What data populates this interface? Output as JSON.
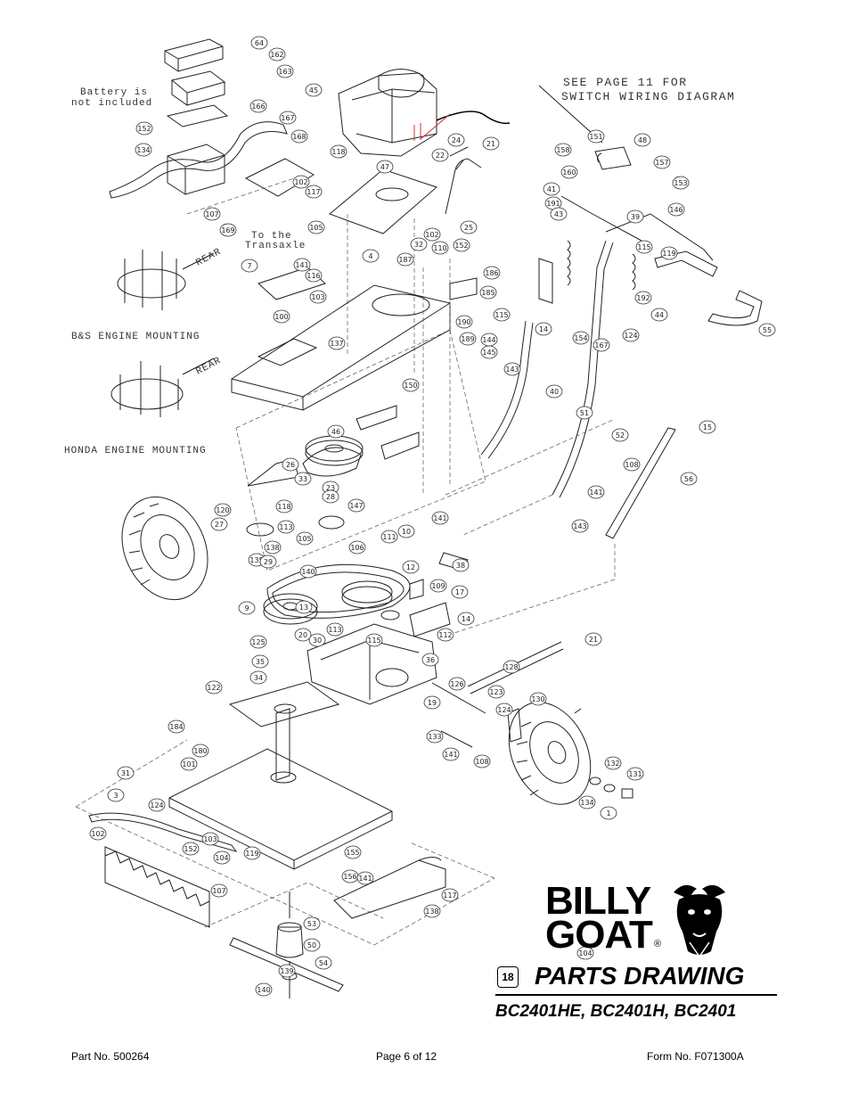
{
  "notes": {
    "battery": [
      "Battery is",
      "not included"
    ],
    "see_page": [
      "SEE PAGE 11 FOR",
      "SWITCH WIRING DIAGRAM"
    ],
    "transaxle": [
      "To the",
      "Transaxle"
    ],
    "bs_mount": "B&S ENGINE MOUNTING",
    "honda_mount": "HONDA ENGINE MOUNTING",
    "rear": "REAR"
  },
  "callouts": [
    "64",
    "162",
    "163",
    "166",
    "167",
    "168",
    "152",
    "134",
    "107",
    "169",
    "118",
    "102",
    "117",
    "45",
    "21",
    "24",
    "22",
    "47",
    "158",
    "151",
    "48",
    "157",
    "160",
    "153",
    "41",
    "191",
    "43",
    "39",
    "146",
    "115",
    "119",
    "192",
    "44",
    "55",
    "25",
    "110",
    "152",
    "102",
    "32",
    "186",
    "185",
    "187",
    "4",
    "190",
    "189",
    "105",
    "116",
    "7",
    "141",
    "103",
    "100",
    "137",
    "115",
    "144",
    "145",
    "14",
    "154",
    "167",
    "124",
    "40",
    "51",
    "143",
    "52",
    "15",
    "56",
    "108",
    "141",
    "143",
    "150",
    "26",
    "46",
    "23",
    "33",
    "28",
    "147",
    "118",
    "120",
    "27",
    "113",
    "105",
    "106",
    "138",
    "135",
    "140",
    "29",
    "111",
    "10",
    "12",
    "141",
    "38",
    "9",
    "13",
    "109",
    "17",
    "14",
    "113",
    "115",
    "112",
    "36",
    "125",
    "20",
    "30",
    "35",
    "34",
    "122",
    "126",
    "21",
    "128",
    "123",
    "124",
    "19",
    "133",
    "141",
    "108",
    "104",
    "130",
    "132",
    "131",
    "134",
    "1",
    "184",
    "180",
    "101",
    "31",
    "3",
    "102",
    "124",
    "152",
    "103",
    "104",
    "119",
    "107",
    "155",
    "156",
    "141",
    "117",
    "138",
    "53",
    "50",
    "54",
    "139",
    "140"
  ],
  "logo": {
    "line1": "BILLY",
    "line2": "GOAT",
    "registered": "®"
  },
  "figure_number": "18",
  "title": "PARTS DRAWING",
  "models": "BC2401HE, BC2401H, BC2401",
  "footer": {
    "part_no": "Part No. 500264",
    "page": "Page 6 of 12",
    "form_no": "Form No. F071300A"
  }
}
